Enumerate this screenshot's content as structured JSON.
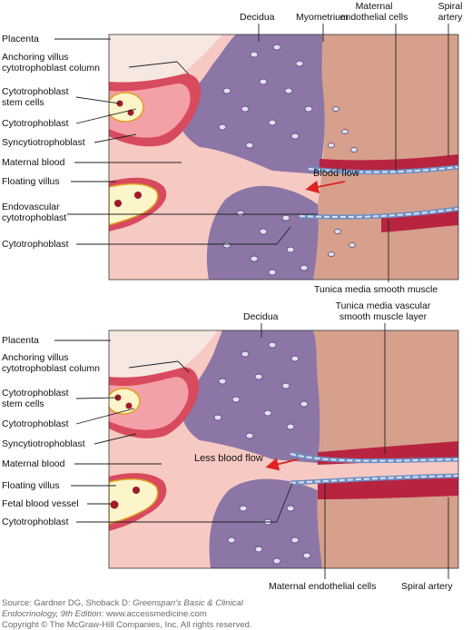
{
  "panel_top": {
    "top_labels": {
      "decidua": "Decidua",
      "myometrium": "Myometrium",
      "maternal_endothelial_1": "Maternal",
      "maternal_endothelial_2": "endothelial cells",
      "spiral_1": "Spiral",
      "spiral_2": "artery"
    },
    "left_labels": {
      "placenta": "Placenta",
      "anchoring_1": "Anchoring villus",
      "anchoring_2": "cytotrophoblast column",
      "stem_1": "Cytotrophoblast",
      "stem_2": "stem cells",
      "cytotrophoblast": "Cytotrophoblast",
      "syncytio": "Syncytiotrophoblast",
      "maternal_blood": "Maternal blood",
      "floating_villus": "Floating villus",
      "endovascular_1": "Endovascular",
      "endovascular_2": "cytotrophoblast",
      "cytotrophoblast_lower": "Cytotrophoblast"
    },
    "flow_label": "Blood flow",
    "bottom_label": "Tunica media smooth muscle"
  },
  "panel_bottom": {
    "top_labels": {
      "decidua": "Decidua",
      "tunica_1": "Tunica media vascular",
      "tunica_2": "smooth muscle layer"
    },
    "left_labels": {
      "placenta": "Placenta",
      "anchoring_1": "Anchoring villus",
      "anchoring_2": "cytotrophoblast column",
      "stem_1": "Cytotrophoblast",
      "stem_2": "stem cells",
      "cytotrophoblast": "Cytotrophoblast",
      "syncytio": "Syncytiotrophoblast",
      "maternal_blood": "Maternal blood",
      "floating_villus": "Floating villus",
      "fetal_vessel": "Fetal blood vessel",
      "cytotrophoblast_lower": "Cytotrophoblast"
    },
    "flow_label": "Less blood flow",
    "bottom_left_label": "Maternal endothelial cells",
    "bottom_right_label": "Spiral artery"
  },
  "source": {
    "line1_prefix": "Source: Gardner DG, Shoback D: ",
    "line1_italic": "Greenspan's Basic & Clinical",
    "line2_italic": "Endocrinology, 9th Edition",
    "line2_suffix": ": www.accessmedicine.com",
    "line3": "Copyright © The McGraw-Hill Companies, Inc. All rights reserved."
  },
  "colors": {
    "placenta": "#f7e7e1",
    "maternal_blood": "#f6c9c2",
    "decidua": "#8c76a6",
    "myometrium": "#d6a08c",
    "artery_wall": "#b82440",
    "syncytio": "#d84a5e",
    "cell_fill": "#dfe0f0",
    "villus_core": "#fbf5c9",
    "fetal_vessel": "#a01a2a"
  }
}
